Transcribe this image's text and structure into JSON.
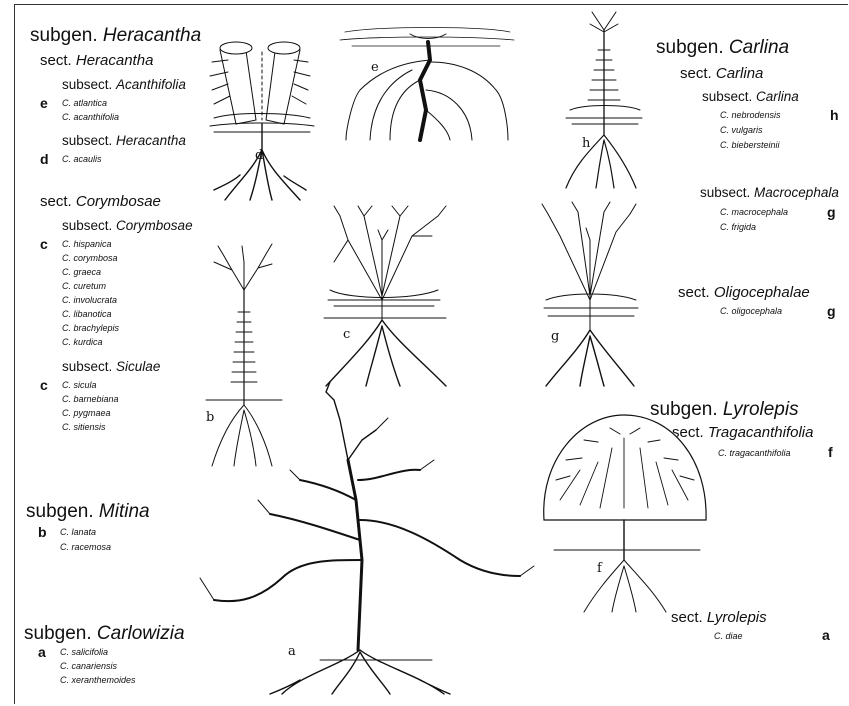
{
  "groups": {
    "heracantha": {
      "subgen_prefix": "subgen.",
      "subgen_name": "Heracantha",
      "sect_prefix": "sect.",
      "sect_name": "Heracantha",
      "subsect1_prefix": "subsect.",
      "subsect1_name": "Acanthifolia",
      "subsect1_letter": "e",
      "subsect1_species": [
        "C. atlantica",
        "C. acanthifolia"
      ],
      "subsect2_prefix": "subsect.",
      "subsect2_name": "Heracantha",
      "subsect2_letter": "d",
      "subsect2_species": [
        "C. acaulis"
      ]
    },
    "corymbosae": {
      "sect_prefix": "sect.",
      "sect_name": "Corymbosae",
      "subsect1_prefix": "subsect.",
      "subsect1_name": "Corymbosae",
      "subsect1_letter": "c",
      "subsect1_species": [
        "C. hispanica",
        "C. corymbosa",
        "C. graeca",
        "C. curetum",
        "C. involucrata",
        "C. libanotica",
        "C. brachylepis",
        "C. kurdica"
      ],
      "subsect2_prefix": "subsect.",
      "subsect2_name": "Siculae",
      "subsect2_letter": "c",
      "subsect2_species": [
        "C. sicula",
        "C. barnebiana",
        "C. pygmaea",
        "C. sitiensis"
      ]
    },
    "mitina": {
      "subgen_prefix": "subgen.",
      "subgen_name": "Mitina",
      "letter": "b",
      "species": [
        "C. lanata",
        "C. racemosa"
      ]
    },
    "carlowizia": {
      "subgen_prefix": "subgen.",
      "subgen_name": "Carlowizia",
      "letter": "a",
      "species": [
        "C. salicifolia",
        "C. canariensis",
        "C. xeranthemoides"
      ]
    },
    "carlina": {
      "subgen_prefix": "subgen.",
      "subgen_name": "Carlina",
      "sect_prefix": "sect.",
      "sect_name": "Carlina",
      "subsect1_prefix": "subsect.",
      "subsect1_name": "Carlina",
      "subsect1_letter": "h",
      "subsect1_species": [
        "C. nebrodensis",
        "C. vulgaris",
        "C. biebersteinii"
      ],
      "subsect2_prefix": "subsect.",
      "subsect2_name": "Macrocephala",
      "subsect2_letter": "g",
      "subsect2_species": [
        "C. macrocephala",
        "C. frigida"
      ],
      "sect2_prefix": "sect.",
      "sect2_name": "Oligocephalae",
      "sect2_letter": "g",
      "sect2_species": [
        "C. oligocephala"
      ]
    },
    "lyrolepis": {
      "subgen_prefix": "subgen.",
      "subgen_name": "Lyrolepis",
      "sect1_prefix": "sect.",
      "sect1_name": "Tragacanthifolia",
      "sect1_letter": "f",
      "sect1_species": [
        "C. tragacanthifolia"
      ],
      "sect2_prefix": "sect.",
      "sect2_name": "Lyrolepis",
      "sect2_letter": "a",
      "sect2_species": [
        "C. diae"
      ]
    }
  },
  "plant_labels": {
    "a": "a",
    "b": "b",
    "c": "c",
    "d": "d",
    "e": "e",
    "f": "f",
    "g": "g",
    "h": "h"
  }
}
